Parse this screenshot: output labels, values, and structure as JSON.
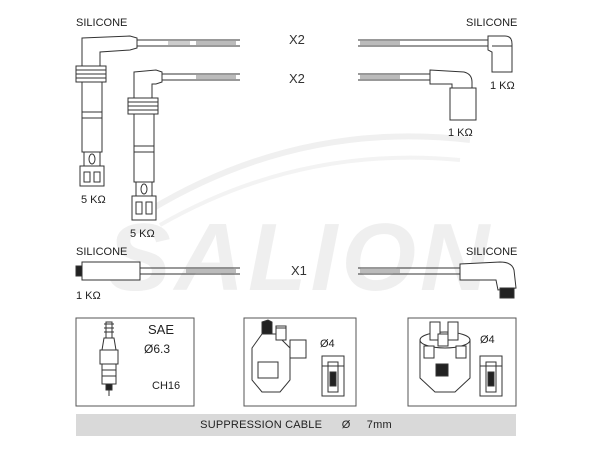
{
  "labels": {
    "silicone_tl": "SILICONE",
    "silicone_tr": "SILICONE",
    "silicone_ml": "SILICONE",
    "silicone_mr": "SILICONE"
  },
  "quantities": {
    "row1": "X2",
    "row2": "X2",
    "row3": "X1"
  },
  "resistances": {
    "r_5k_a": "5 KΩ",
    "r_5k_b": "5 KΩ",
    "r_1k_right_top": "1 KΩ",
    "r_1k_right_mid": "1 KΩ",
    "r_1k_left_bottom": "1 KΩ"
  },
  "spark_plug": {
    "standard": "SAE",
    "diameter": "Ø6.3",
    "code": "CH16"
  },
  "distributor": {
    "diameter_a": "Ø4",
    "diameter_b": "Ø4"
  },
  "footer": {
    "label": "SUPPRESSION CABLE",
    "symbol": "Ø",
    "value": "7mm"
  },
  "watermark": "SALION",
  "colors": {
    "line": "#333333",
    "watermark": "#eeeeee",
    "footer_bg": "#d9d9d9"
  }
}
